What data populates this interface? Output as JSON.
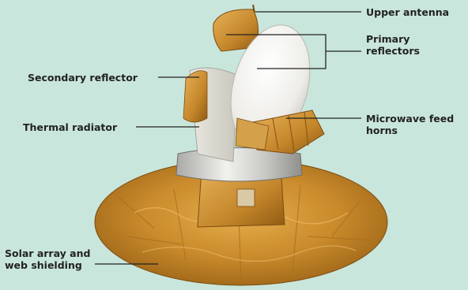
{
  "labels": {
    "upper_antenna": "Upper antenna",
    "primary_reflectors": [
      "Primary",
      "reflectors"
    ],
    "secondary_reflector": "Secondary reflector",
    "thermal_radiator": "Thermal radiator",
    "microwave_feed_horns": [
      "Microwave feed",
      "horns"
    ],
    "solar_array": [
      "Solar array and",
      "web shielding"
    ]
  },
  "colors": {
    "background": "#c9e6dc",
    "gold": "#c88a2a",
    "reflector": "#f2f1ec",
    "silver": "#d7d7d4",
    "leader_line": "#222222"
  }
}
